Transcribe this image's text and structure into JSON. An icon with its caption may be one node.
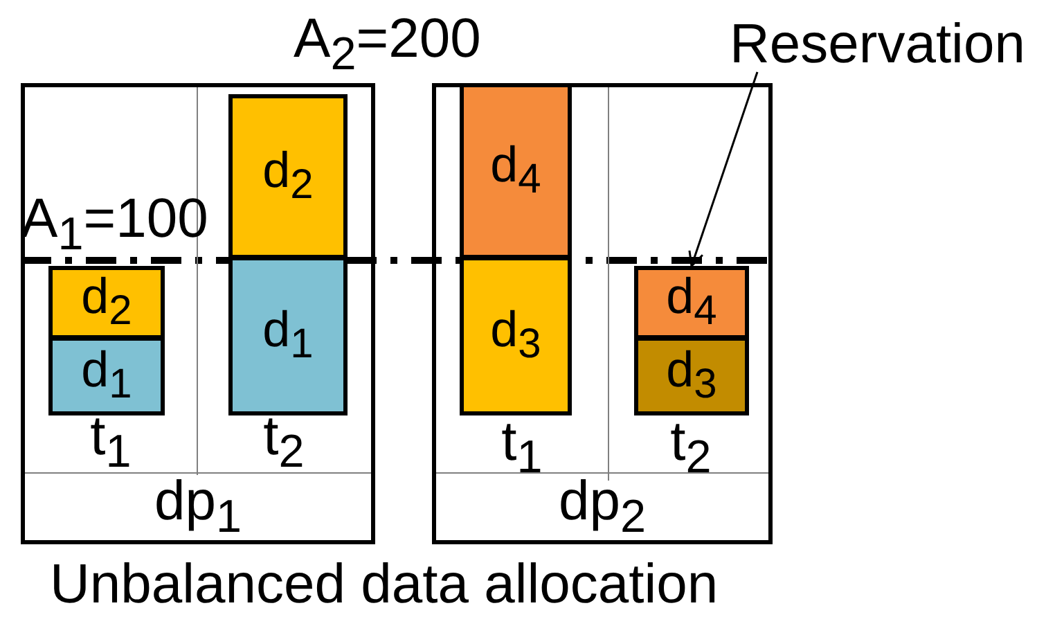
{
  "diagram": {
    "caption": "Unbalanced data allocation",
    "nodes": [
      {
        "text": [
          "dp$_{1}$"
        ]
      },
      {
        "text": [
          "t$_{1}$"
        ],
        "in": 0
      },
      {
        "text": [
          "d$_{2}$"
        ],
        "in": 1
      },
      {
        "text": [
          "d$_{1}$"
        ],
        "in": 1
      },
      {
        "text": [
          "t$_{2}$"
        ],
        "in": 0
      },
      {
        "text": [
          "d$_{2}$"
        ],
        "in": 4
      },
      {
        "text": [
          "d$_{1}$"
        ],
        "in": 4
      },
      {
        "text": [
          "dp$_{2}$"
        ]
      },
      {
        "text": [
          "t$_{1}$"
        ],
        "in": 7
      },
      {
        "text": [
          "d$_{4}$"
        ],
        "in": 8
      },
      {
        "text": [
          "d$_{3}$"
        ],
        "in": 8
      },
      {
        "text": [
          "t$_{2}$"
        ],
        "in": 7
      },
      {
        "text": [
          "d$_{4}$"
        ],
        "in": 11
      },
      {
        "text": [
          "d$_{3}$"
        ],
        "in": 11
      },
      {
        "text": [
          "Reservation"
        ]
      }
    ],
    "edges": [
      {
        "from": 14,
        "to": 12,
        "arrow": "to"
      }
    ],
    "labels": [
      "A$_{2}$=200",
      "A$_{1}$=100"
    ]
  }
}
